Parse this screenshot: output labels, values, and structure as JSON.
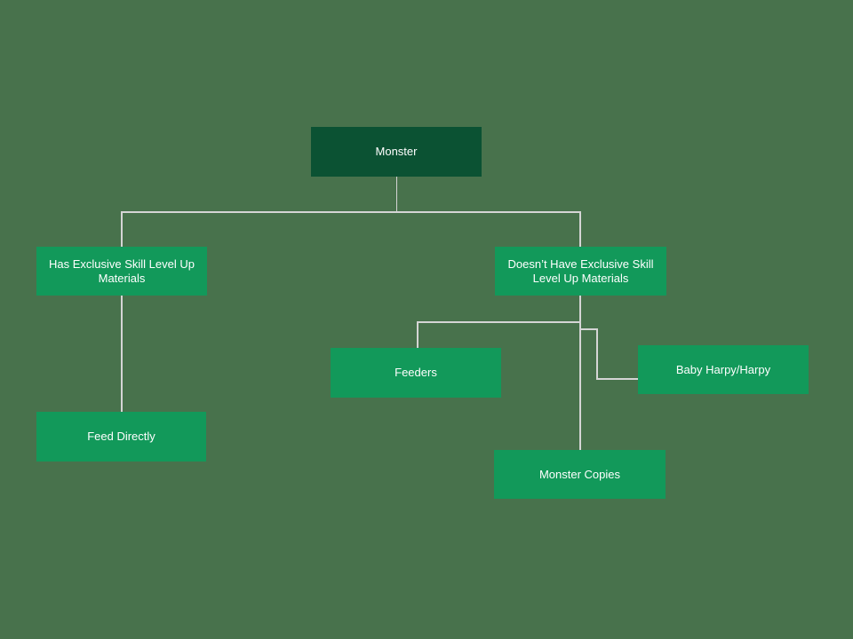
{
  "diagram": {
    "type": "flowchart",
    "colors": {
      "background": "#48724C",
      "root_node_fill": "#0B5233",
      "child_node_fill": "#12995A",
      "connector": "#D5D5D5",
      "node_text": "#FFFFFF"
    },
    "nodes": {
      "monster": {
        "label": "Monster"
      },
      "has_exclusive": {
        "label": "Has Exclusive Skill Level Up Materials"
      },
      "no_exclusive": {
        "label": "Doesn’t Have Exclusive Skill Level Up Materials"
      },
      "feeders": {
        "label": "Feeders"
      },
      "baby_harpy": {
        "label": "Baby Harpy/Harpy"
      },
      "feed_directly": {
        "label": "Feed Directly"
      },
      "monster_copies": {
        "label": "Monster Copies"
      }
    },
    "edges": [
      {
        "from": "monster",
        "to": "has_exclusive"
      },
      {
        "from": "monster",
        "to": "no_exclusive"
      },
      {
        "from": "has_exclusive",
        "to": "feed_directly"
      },
      {
        "from": "no_exclusive",
        "to": "feeders"
      },
      {
        "from": "no_exclusive",
        "to": "baby_harpy"
      },
      {
        "from": "no_exclusive",
        "to": "monster_copies"
      }
    ]
  }
}
